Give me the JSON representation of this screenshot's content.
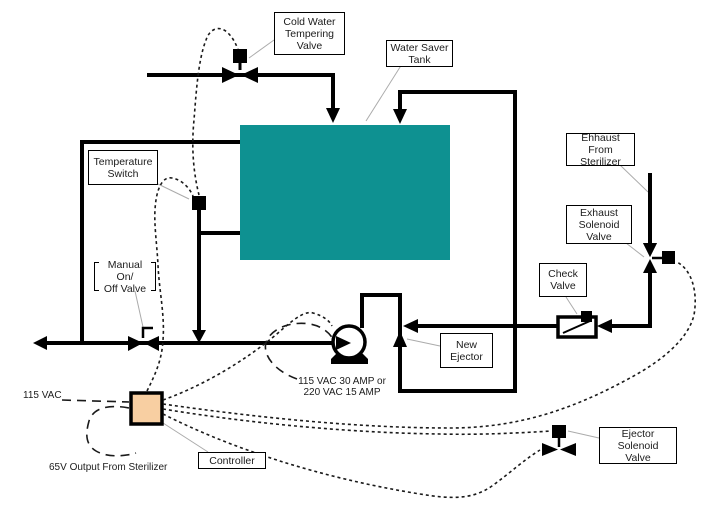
{
  "colors": {
    "tank_fill": "#0e9191",
    "tank_stroke": "#075f5f",
    "controller_fill": "#f8cfa2",
    "pipe": "#000000",
    "wire": "#1a1a1a",
    "leader": "#ababab"
  },
  "labels": {
    "cold_water_tempering_valve": {
      "lines": [
        "Cold Water",
        "Tempering",
        "Valve"
      ]
    },
    "water_saver_tank": {
      "lines": [
        "Water Saver",
        "Tank"
      ]
    },
    "temperature_switch": {
      "lines": [
        "Temperature",
        "Switch"
      ]
    },
    "manual_on_off_valve": {
      "lines": [
        "Manual On/",
        "Off Valve"
      ]
    },
    "ehhaust_from_sterilizer": {
      "lines": [
        "Ehhaust From",
        "Sterilizer"
      ]
    },
    "exhaust_solenoid_valve": {
      "lines": [
        "Exhaust",
        "Solenoid",
        "Valve"
      ]
    },
    "check_valve": {
      "lines": [
        "Check",
        "Valve"
      ]
    },
    "new_ejector": {
      "lines": [
        "New",
        "Ejector"
      ]
    },
    "controller": {
      "lines": [
        "Controller"
      ]
    },
    "ejector_solenoid_valve": {
      "lines": [
        "Ejector Solenoid",
        "Valve"
      ]
    }
  },
  "annotations": {
    "vac_115": "115 VAC",
    "output_65v": "65V Output From Sterilizer",
    "pump_power_line1": "115 VAC 30 AMP or",
    "pump_power_line2": "220 VAC 15 AMP"
  },
  "icons": {
    "tempering-valve-icon": "bowtie valve with actuator square",
    "temperature-switch-icon": "filled square sensor",
    "manual-valve-icon": "bowtie valve with handle",
    "pump-icon": "circle pump with base",
    "check-valve-icon": "rectangle with diagonal flap",
    "exhaust-solenoid-valve-icon": "vertical bowtie valve with solenoid square",
    "ejector-solenoid-valve-icon": "horizontal bowtie valve with solenoid square",
    "controller-symbol": "filled control box"
  }
}
